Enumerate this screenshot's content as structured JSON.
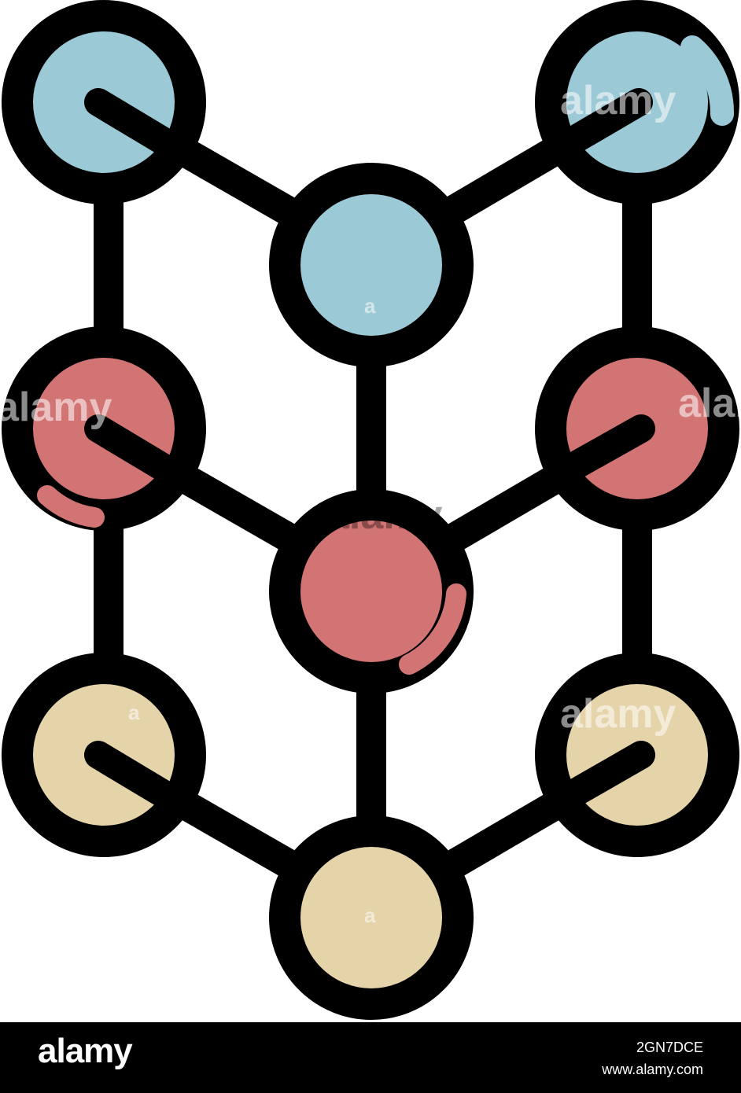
{
  "illustration": {
    "subject": "molecule-network-icon",
    "colors": {
      "outline": "#000000",
      "blue": "#9CC9D6",
      "red": "#D27473",
      "beige": "#E5D4AA",
      "background": "#FFFFFF"
    },
    "watermark_text": "alamy",
    "small_watermark_text": "a"
  },
  "footer": {
    "logo": "alamy",
    "image_id": "2GN7DCE",
    "url": "www.alamy.com"
  }
}
